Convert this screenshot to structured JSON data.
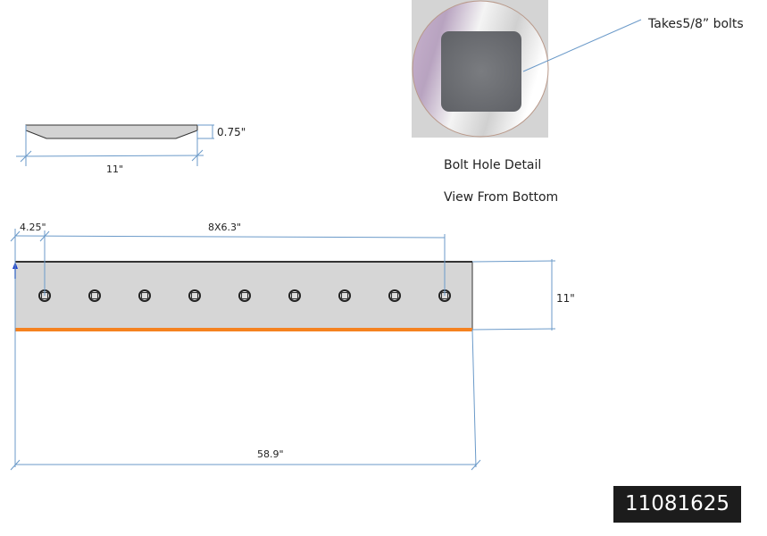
{
  "side_view": {
    "width_label": "11\"",
    "thickness_label": "0.75\""
  },
  "bolt_detail": {
    "callout": "Takes5/8”  bolts",
    "caption": "Bolt Hole Detail",
    "view_note": "View From Bottom"
  },
  "blade": {
    "edge_offset_label": "4.25\"",
    "hole_spacing_label": "8X6.3\"",
    "height_label": "11\"",
    "length_label": "58.9\"",
    "hole_count": 9,
    "edge_color": "#f58220"
  },
  "part_number": "11081625",
  "colors": {
    "dimension": "#6b9ac9",
    "blade_fill": "#d6d6d6"
  }
}
